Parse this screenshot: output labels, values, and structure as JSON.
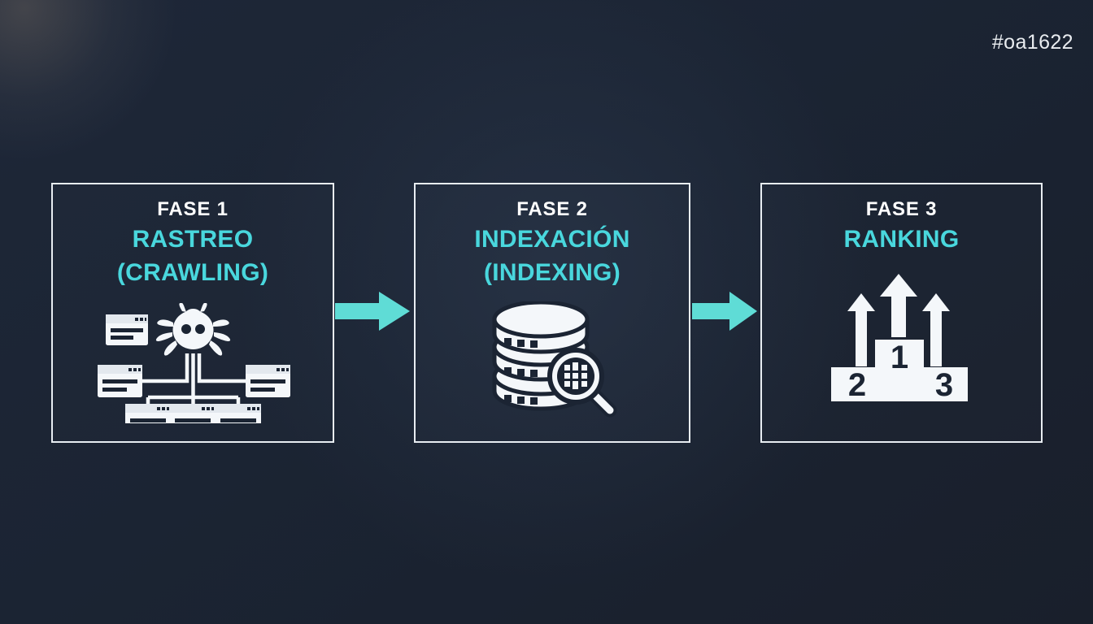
{
  "meta": {
    "watermark": "#oa1622",
    "accent_color": "#49d7dd",
    "background_color": "#1b2433",
    "text_color": "#ffffff",
    "icon_color": "#f4f7fa"
  },
  "phases": [
    {
      "label": "FASE 1",
      "title": "RASTREO\n(CRAWLING)",
      "title_line1": "RASTREO",
      "title_line2": "(CRAWLING)",
      "icon": "spider-crawler-sitemap-icon"
    },
    {
      "label": "FASE 2",
      "title": "INDEXACIÓN\n(INDEXING)",
      "title_line1": "INDEXACIÓN",
      "title_line2": "(INDEXING)",
      "icon": "database-search-icon"
    },
    {
      "label": "FASE 3",
      "title": "RANKING",
      "title_line1": "RANKING",
      "title_line2": "",
      "icon": "podium-ranking-icon"
    }
  ],
  "connectors": [
    {
      "name": "arrow-phase1-to-phase2",
      "direction": "right",
      "color": "#5fdcd6"
    },
    {
      "name": "arrow-phase2-to-phase3",
      "direction": "right",
      "color": "#5fdcd6"
    }
  ],
  "podium": {
    "first_place": "1",
    "second_place": "2",
    "third_place": "3"
  }
}
